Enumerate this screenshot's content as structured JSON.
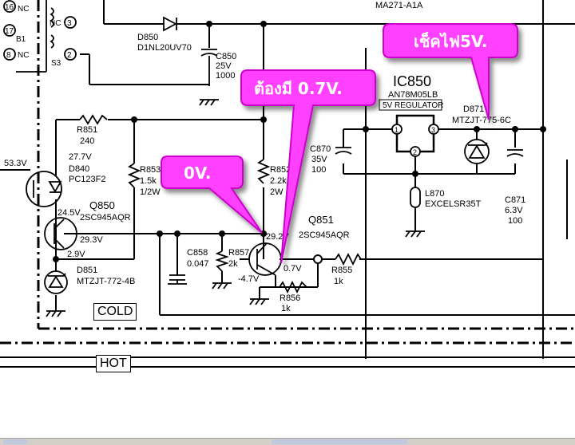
{
  "callouts": {
    "check_5v": "เช็คไฟ5V.",
    "must_have": "ต้องมี 0.7V.",
    "zero_volt": "0V."
  },
  "ic": {
    "name": "IC850",
    "part": "AN78M05LB",
    "desc": "5V REGULATOR",
    "pin1": "1",
    "pin2": "2",
    "pin3": "3"
  },
  "top_partial": "MA271-A1A",
  "transformer_pins": [
    "16",
    "NC",
    "17",
    "B1",
    "8",
    "NC",
    "S3",
    "2",
    "NC",
    "3"
  ],
  "components": {
    "d850": [
      "D850",
      "D1NL20UV70"
    ],
    "c850": [
      "C850",
      "25V",
      "1000"
    ],
    "r851": [
      "R851",
      "240"
    ],
    "d840": [
      "27.7V",
      "D840",
      "PC123F2"
    ],
    "r853": [
      "R853",
      "1.5k",
      "1/2W"
    ],
    "r852": [
      "R852",
      "2.2k",
      "2W"
    ],
    "q850": [
      "Q850",
      "2SC945AQR"
    ],
    "q851": [
      "Q851",
      "2SC945AQR"
    ],
    "c858": [
      "C858",
      "0.047"
    ],
    "r857": [
      "R857",
      "2k"
    ],
    "r856": [
      "R856",
      "1k"
    ],
    "r855": [
      "R855",
      "1k"
    ],
    "d851": [
      "D851",
      "MTZJT-772-4B"
    ],
    "d871": [
      "D871",
      "MTZJT-775-6C"
    ],
    "c870": [
      "C870",
      "35V",
      "100"
    ],
    "l870": [
      "L870",
      "EXCELSR35T"
    ],
    "c871": [
      "C871",
      "6.3V",
      "100"
    ]
  },
  "voltages": {
    "v53": "53.3V",
    "v245": "24.5V",
    "v293": "29.3V",
    "v29": "2.9V",
    "v292": "29.2V",
    "v07": "0.7V",
    "vneg47": "-4.7V"
  },
  "ground_labels": {
    "cold": "COLD",
    "hot": "HOT"
  },
  "colors": {
    "callout_fill": "#ff40ff",
    "callout_stroke": "#cc00cc",
    "line": "#000000"
  }
}
